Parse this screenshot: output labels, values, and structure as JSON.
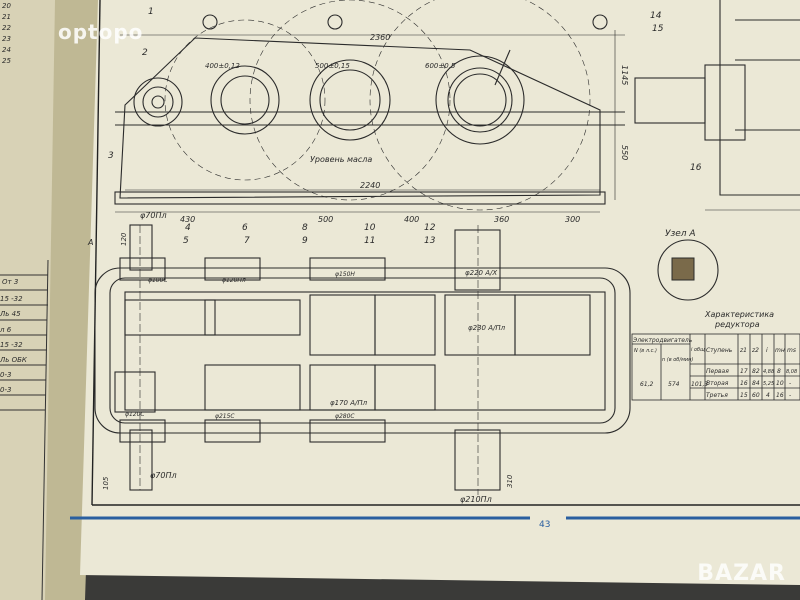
{
  "watermarks": {
    "top_left": "optopo",
    "bottom_right": "BAZAR"
  },
  "left_page": {
    "row_numbers": [
      "20",
      "21",
      "22",
      "23",
      "24",
      "25"
    ],
    "table_cells": [
      "От 3",
      "15 -32",
      "Ль 45",
      "л 6",
      "15 -32",
      "Ль ОБК",
      "0-3",
      "0-3"
    ]
  },
  "page_number": "43",
  "callouts": [
    "1",
    "2",
    "3",
    "4",
    "5",
    "6",
    "7",
    "8",
    "9",
    "10",
    "11",
    "12",
    "13",
    "14",
    "15",
    "16"
  ],
  "dimensions": {
    "overall_length_top": "2360",
    "center_1": "400±0,12",
    "center_2": "500±0,15",
    "center_3": "600±0,5",
    "base_length": "2240",
    "height_total": "1145",
    "height_axis": "550",
    "bottom_chain": [
      "430",
      "500",
      "400",
      "360",
      "300"
    ],
    "shaft_length_top": "120",
    "shaft_length_bottom": "105",
    "output_length": "310"
  },
  "text_labels": {
    "oil_level": "Уровень масла",
    "node_a": "Узел А",
    "section_a": "А",
    "input_shaft_top": "φ70Пл",
    "input_shaft_bottom": "φ70Пл",
    "output_shaft": "φ210Пл",
    "fit_1": "φ100С",
    "fit_2": "φ120Пл",
    "fit_3": "φ150Н",
    "fit_4": "φ220 А/Х",
    "fit_5": "φ230 А/Пл",
    "fit_6": "φ170 А/Пл",
    "fit_7": "φ120С",
    "fit_8": "φ215С",
    "fit_9": "φ280С"
  },
  "characteristics_table": {
    "title_line1": "Характеристика",
    "title_line2": "редуктора",
    "motor_header": "Электродвигатель",
    "col_N": "N (в л.с.)",
    "col_n": "n (в об/мин)",
    "col_i": "i общ",
    "col_stage": "Ступень",
    "col_z1": "z1",
    "col_z2": "z2",
    "col_ii": "i",
    "col_mn": "mн",
    "col_ms": "ms",
    "N": "61,2",
    "n": "574",
    "i_total": "101,3",
    "rows": [
      {
        "stage": "Первая",
        "z1": "17",
        "z2": "82",
        "i": "4,88",
        "mn": "8",
        "ms": "8,08"
      },
      {
        "stage": "Вторая",
        "z1": "16",
        "z2": "84",
        "i": "5,25",
        "mn": "10",
        "ms": "-"
      },
      {
        "stage": "Третья",
        "z1": "15",
        "z2": "60",
        "i": "4",
        "mn": "16",
        "ms": "-"
      }
    ]
  }
}
